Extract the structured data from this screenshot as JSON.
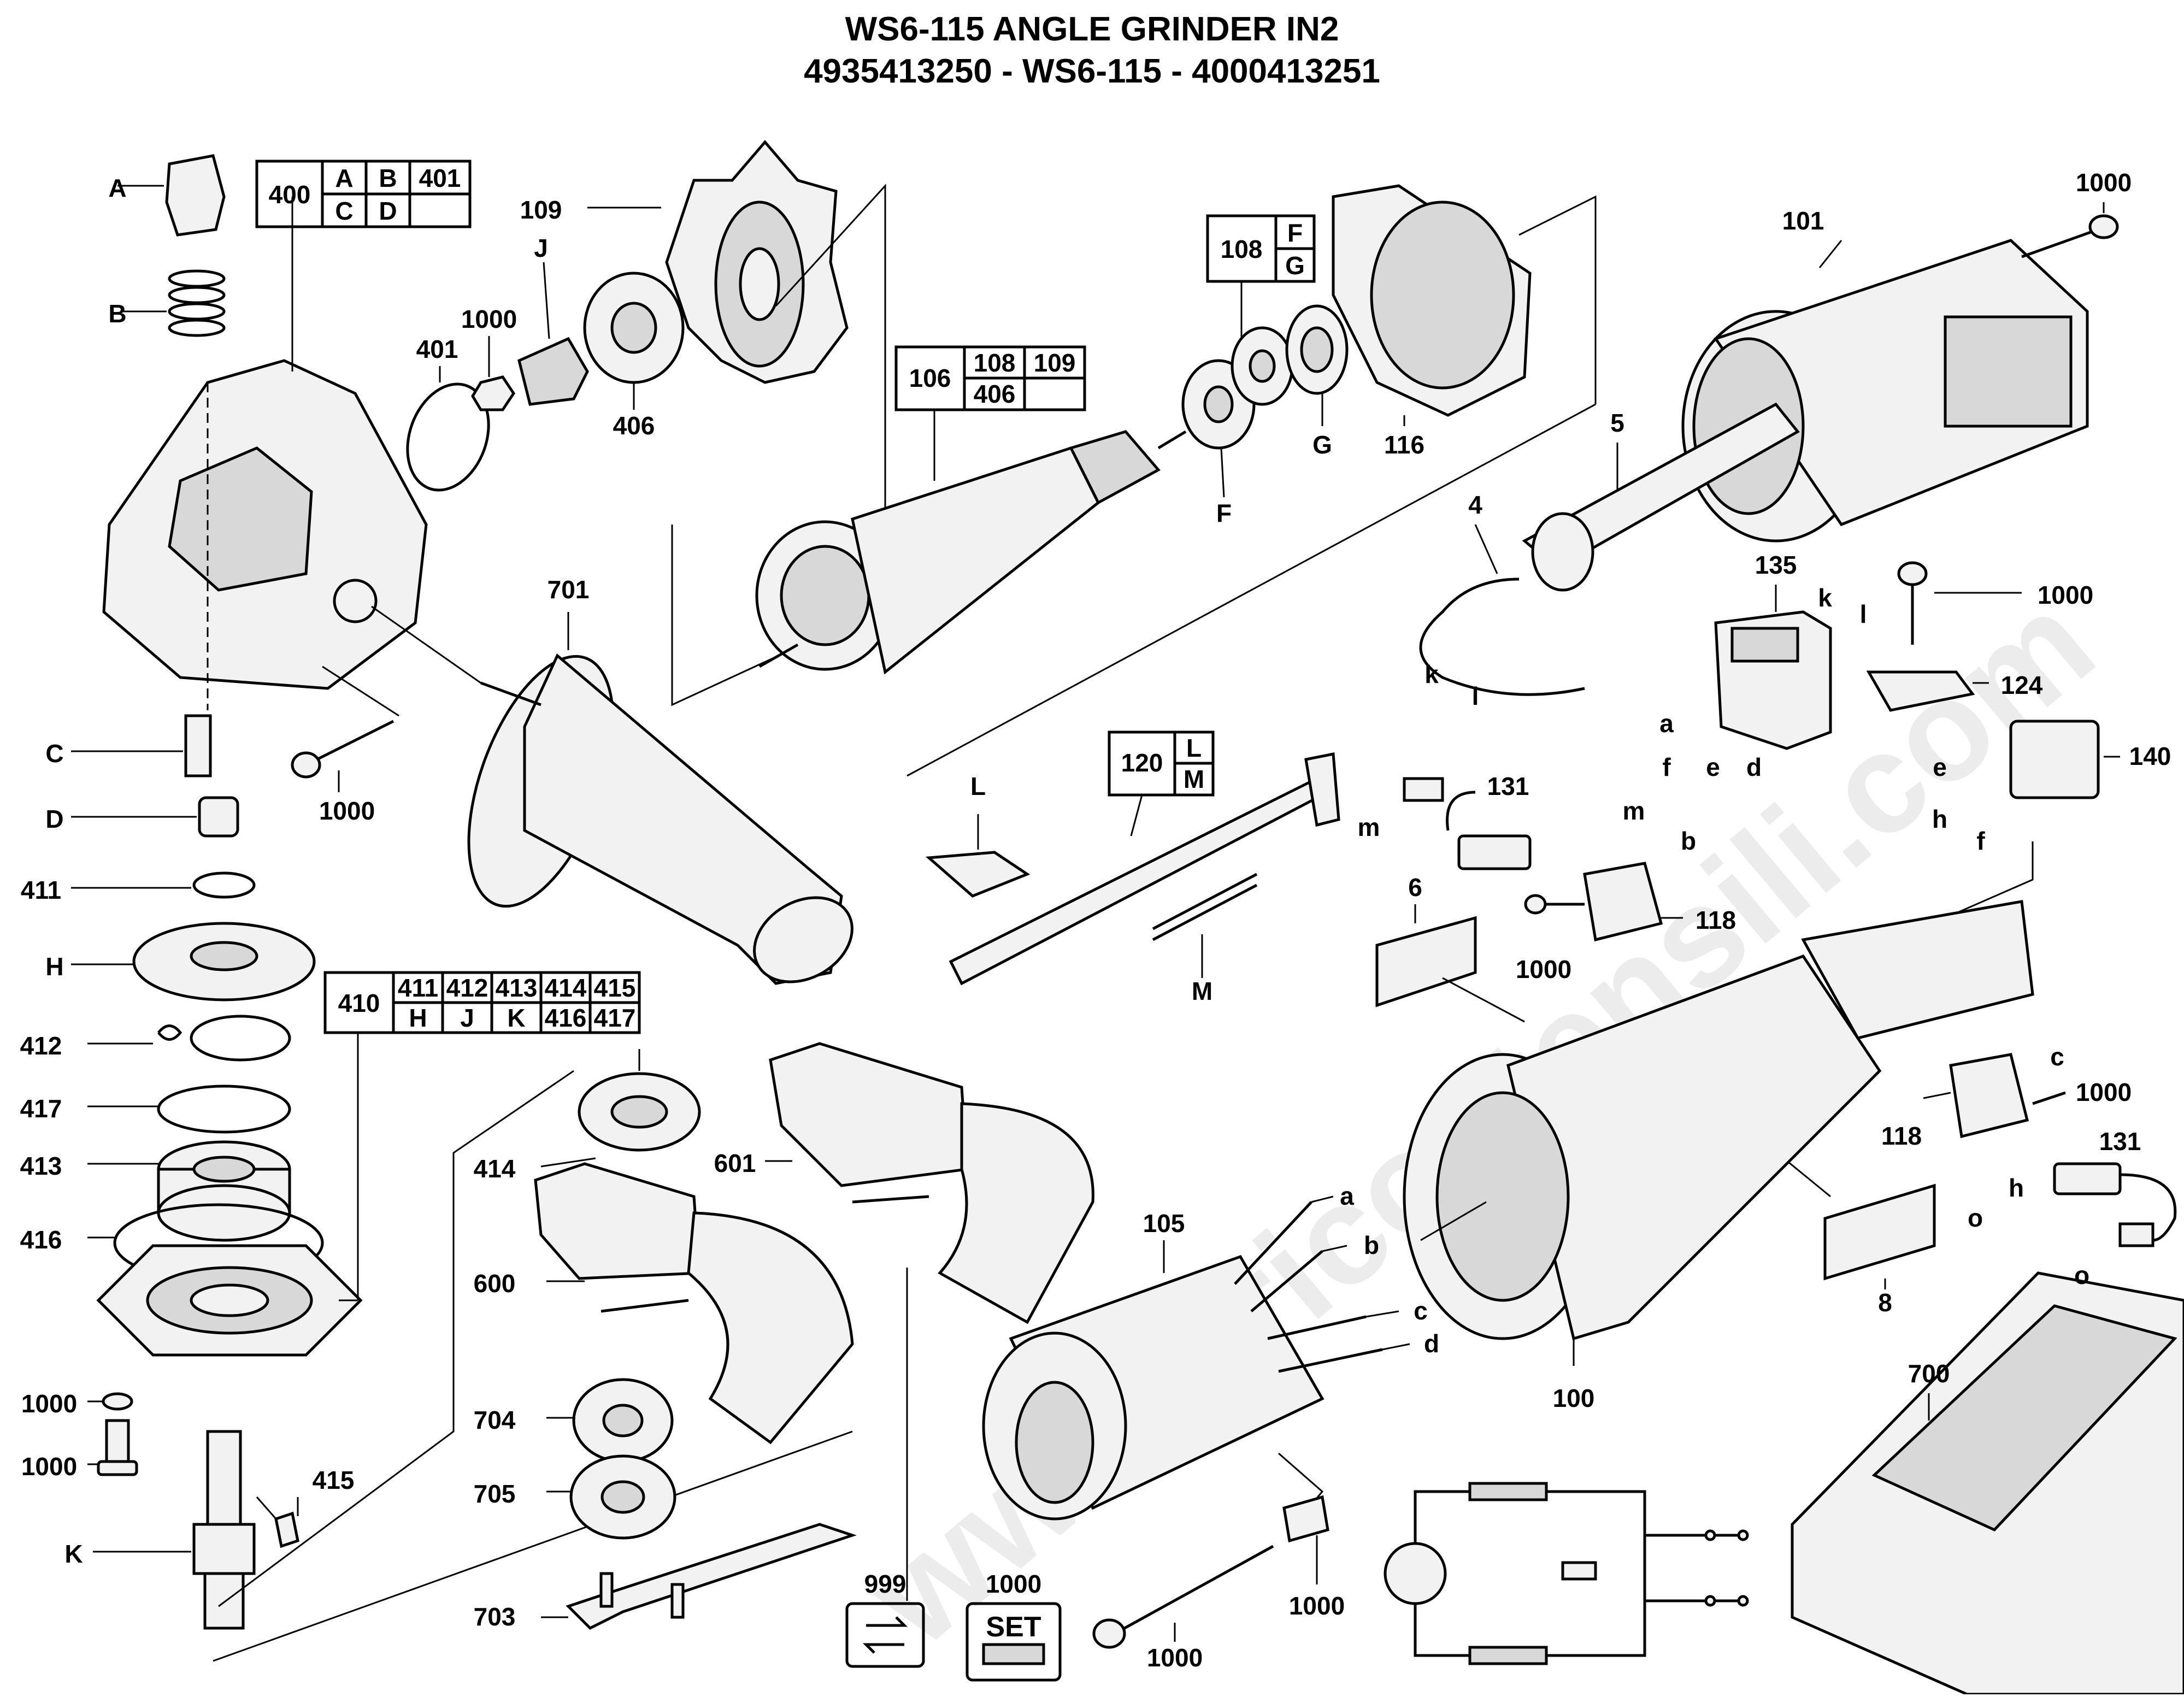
{
  "header": {
    "title_line1": "WS6-115 ANGLE GRINDER IN2",
    "title_line2": "4935413250 - WS6-115 - 4000413251"
  },
  "watermark": "www.bricoutensili.com",
  "labels": {
    "A": "A",
    "B": "B",
    "C": "C",
    "D": "D",
    "H": "H",
    "K": "K",
    "n411": "411",
    "n412": "412",
    "n417": "417",
    "n413": "413",
    "n416": "416",
    "n1000_a": "1000",
    "n1000_b": "1000",
    "n415": "415",
    "n401": "401",
    "n1000_c": "1000",
    "J": "J",
    "n109": "109",
    "n406": "406",
    "n701": "701",
    "n1000_d": "1000",
    "n106": "106",
    "F": "F",
    "G": "G",
    "n116": "116",
    "n101": "101",
    "n1000_e": "1000",
    "n5": "5",
    "n4": "4",
    "k1": "k",
    "l1": "l",
    "n135": "135",
    "k2": "k",
    "l2": "l",
    "a1": "a",
    "f1": "f",
    "e1": "e",
    "d1": "d",
    "n1000_f": "1000",
    "n124": "124",
    "n140": "140",
    "e2": "e",
    "h1": "h",
    "f2": "f",
    "L": "L",
    "M": "M",
    "n131_a": "131",
    "m1": "m",
    "m2": "m",
    "b1": "b",
    "n118_a": "118",
    "n6": "6",
    "n1000_g": "1000",
    "c2": "c",
    "n1000_h": "1000",
    "n118_b": "118",
    "n131_b": "131",
    "o1": "o",
    "h2": "h",
    "o2": "o",
    "n8": "8",
    "n414": "414",
    "n601": "601",
    "n600": "600",
    "n105": "105",
    "a2": "a",
    "b2": "b",
    "c3": "c",
    "d2": "d",
    "n100": "100",
    "n700": "700",
    "n704": "704",
    "n705": "705",
    "n703": "703",
    "n999": "999",
    "n1000_i": "1000",
    "set": "SET",
    "n1000_j": "1000",
    "n1000_k": "1000"
  },
  "reference_tables": {
    "t400": {
      "main": "400",
      "cells": [
        "A",
        "B",
        "401",
        "C",
        "D",
        ""
      ]
    },
    "t106": {
      "main": "106",
      "cells": [
        "108",
        "109",
        "406",
        ""
      ]
    },
    "t108": {
      "main": "108",
      "cells": [
        "F",
        "G"
      ]
    },
    "t120": {
      "main": "120",
      "cells": [
        "L",
        "M"
      ]
    },
    "t410": {
      "main": "410",
      "cells": [
        "411",
        "412",
        "413",
        "414",
        "415",
        "H",
        "J",
        "K",
        "416",
        "417"
      ]
    }
  }
}
